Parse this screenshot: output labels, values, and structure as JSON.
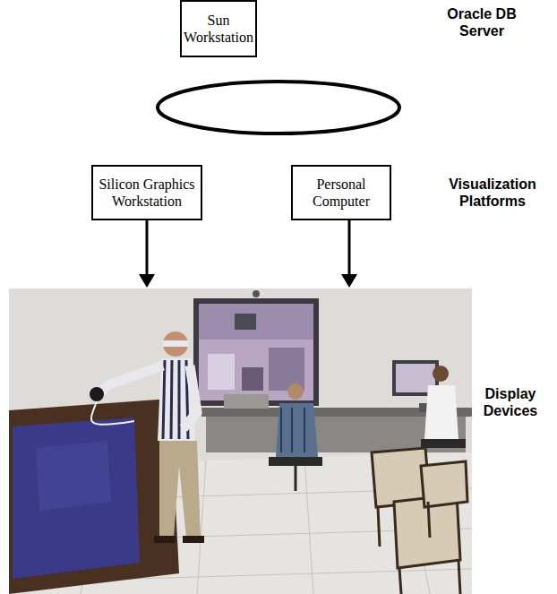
{
  "diagram": {
    "nodes": [
      {
        "text": [
          "Sun Workstation"
        ]
      },
      {
        "text": [
          "Silicon Graphics Workstation"
        ]
      },
      {
        "text": [
          "Personal Computer"
        ]
      }
    ],
    "labels": [
      "Oracle DB Server",
      "Visualization Platforms",
      "Display Devices"
    ]
  }
}
